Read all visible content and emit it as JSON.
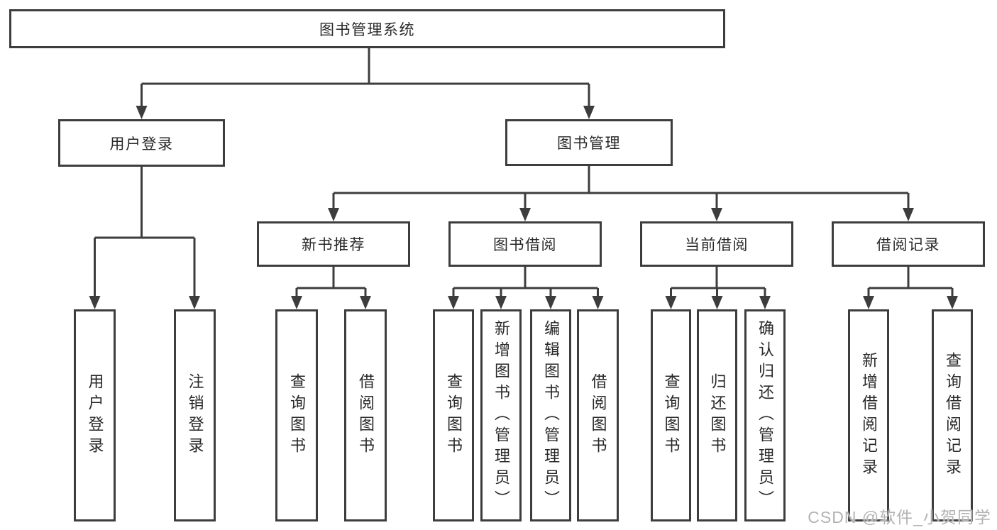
{
  "diagram": {
    "root": {
      "label": "图书管理系统",
      "children": [
        {
          "label": "用户登录",
          "children": [
            {
              "label": "用户登录"
            },
            {
              "label": "注销登录"
            }
          ]
        },
        {
          "label": "图书管理",
          "children": [
            {
              "label": "新书推荐",
              "children": [
                {
                  "label": "查询图书"
                },
                {
                  "label": "借阅图书"
                }
              ]
            },
            {
              "label": "图书借阅",
              "children": [
                {
                  "label": "查询图书"
                },
                {
                  "label": "新增图书（管理员）"
                },
                {
                  "label": "编辑图书（管理员）"
                },
                {
                  "label": "借阅图书"
                }
              ]
            },
            {
              "label": "当前借阅",
              "children": [
                {
                  "label": "查询图书"
                },
                {
                  "label": "归还图书"
                },
                {
                  "label": "确认归还（管理员）"
                }
              ]
            },
            {
              "label": "借阅记录",
              "children": [
                {
                  "label": "新增借阅记录"
                },
                {
                  "label": "查询借阅记录"
                }
              ]
            }
          ]
        }
      ]
    }
  },
  "watermark": {
    "text": "CSDN @软件_小贺同学"
  },
  "colors": {
    "line": "#3d3d3d",
    "box_border": "#3d3d3d",
    "text": "#282828",
    "background": "#ffffff",
    "watermark": "#b3b3b3"
  }
}
